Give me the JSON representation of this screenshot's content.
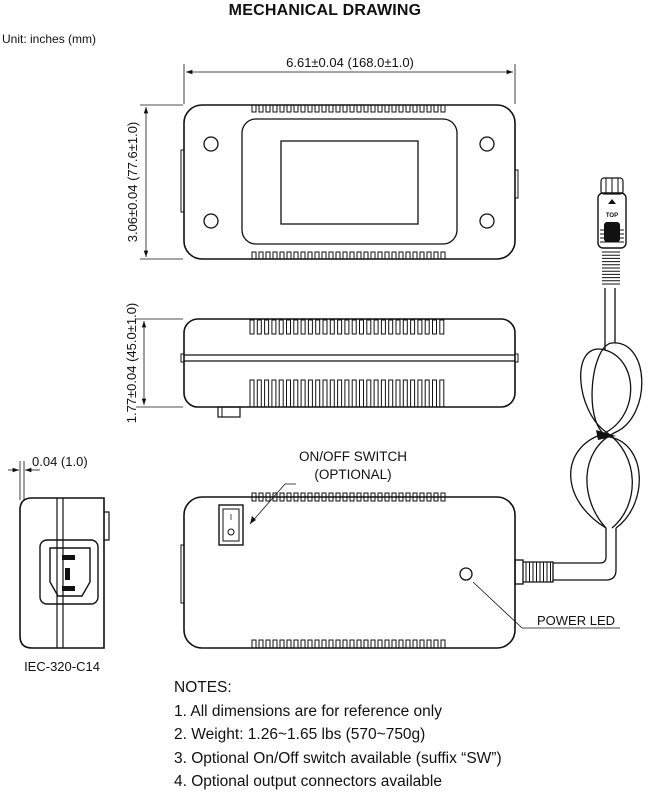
{
  "title": "MECHANICAL DRAWING",
  "unit": "Unit: inches (mm)",
  "dimensions": {
    "length": "6.61±0.04 (168.0±1.0)",
    "width": "3.06±0.04 (77.6±1.0)",
    "height": "1.77±0.04 (45.0±1.0)",
    "inlet_offset": "0.04 (1.0)"
  },
  "labels": {
    "switch_line1": "ON/OFF SWITCH",
    "switch_line2": "(OPTIONAL)",
    "power_led": "POWER LED",
    "inlet": "IEC-320-C14",
    "connector_top": "TOP"
  },
  "notes": {
    "heading": "NOTES:",
    "items": [
      "1. All dimensions are for reference only",
      "2. Weight: 1.26~1.65 lbs (570~750g)",
      "3. Optional On/Off switch available (suffix “SW”)",
      "4. Optional output connectors available"
    ]
  }
}
